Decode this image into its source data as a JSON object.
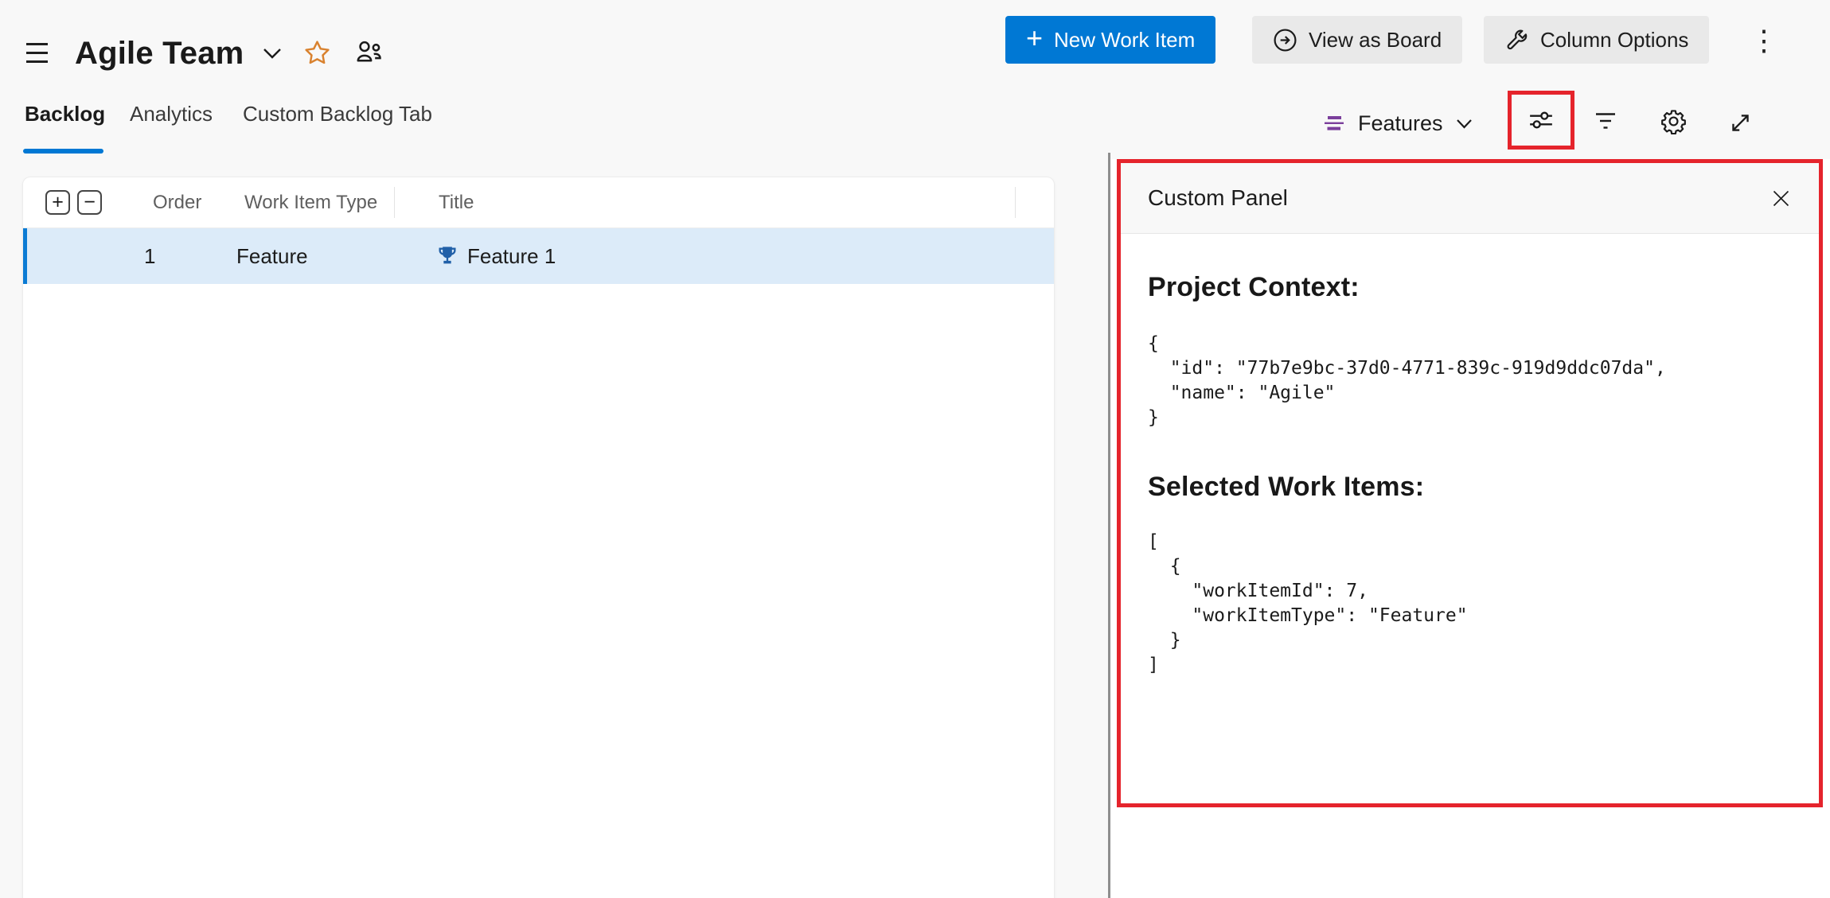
{
  "header": {
    "team_name": "Agile Team",
    "new_work_item_label": "New Work Item",
    "view_as_board_label": "View as Board",
    "column_options_label": "Column Options"
  },
  "tabs": [
    {
      "label": "Backlog",
      "active": true
    },
    {
      "label": "Analytics",
      "active": false
    },
    {
      "label": "Custom Backlog Tab",
      "active": false
    }
  ],
  "toolbar": {
    "backlog_level_label": "Features"
  },
  "table": {
    "header": {
      "order": "Order",
      "work_item_type": "Work Item Type",
      "title": "Title"
    },
    "rows": [
      {
        "order": "1",
        "work_item_type": "Feature",
        "title": "Feature 1",
        "selected": true
      }
    ]
  },
  "panel": {
    "title": "Custom Panel",
    "project_context_heading": "Project Context:",
    "project_context_json": "{\n  \"id\": \"77b7e9bc-37d0-4771-839c-919d9ddc07da\",\n  \"name\": \"Agile\"\n}",
    "selected_work_items_heading": "Selected Work Items:",
    "selected_work_items_json": "[\n  {\n    \"workItemId\": 7,\n    \"workItemType\": \"Feature\"\n  }\n]"
  },
  "icon_glyphs": {
    "plus_button": "+",
    "minus_button": "−",
    "new_item_plus": "+",
    "more_options": "⋮"
  },
  "colors": {
    "accent": "#0078d4",
    "selected_row_bg": "#dcebf9",
    "selected_row_bar": "#0b7bd4",
    "feature_icon": "#2160a8",
    "backlog_level_icon": "#7b3f9c",
    "favorite_star": "#d9822f",
    "annotation_red": "#e5242c"
  }
}
